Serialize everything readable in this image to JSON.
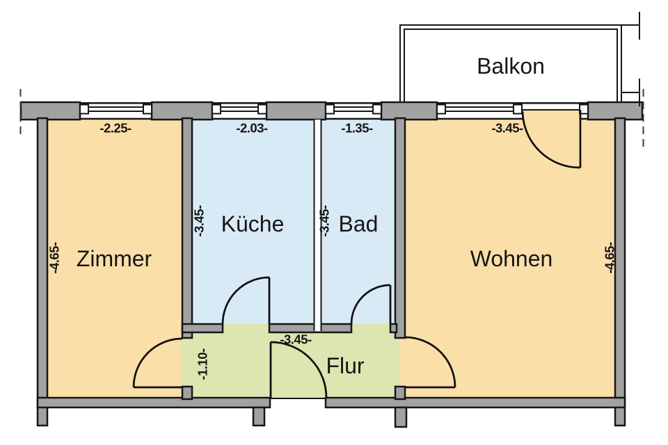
{
  "plan": {
    "type": "apartment-floor-plan",
    "rooms": {
      "zimmer": {
        "label": "Zimmer",
        "color": "#fbdfa9",
        "width_dim": "-2.25-",
        "height_dim": "-4.65-"
      },
      "kueche": {
        "label": "Küche",
        "color": "#d9eaf7",
        "width_dim": "-2.03-",
        "height_dim": "-3.45-"
      },
      "bad": {
        "label": "Bad",
        "color": "#d9eaf7",
        "width_dim": "-1.35-",
        "height_dim": "-3.45-"
      },
      "wohnen": {
        "label": "Wohnen",
        "color": "#fbdfa9",
        "width_dim": "-3.45-",
        "height_dim": "-4.65-"
      },
      "flur": {
        "label": "Flur",
        "color": "#dde5b1",
        "width_dim": "-3.45-",
        "height_dim": "-1.10-"
      },
      "balkon": {
        "label": "Balkon",
        "color": "#ffffff"
      }
    },
    "colors": {
      "wall_fill": "#a2a2a2",
      "outline": "#161616",
      "background": "#ffffff"
    }
  }
}
